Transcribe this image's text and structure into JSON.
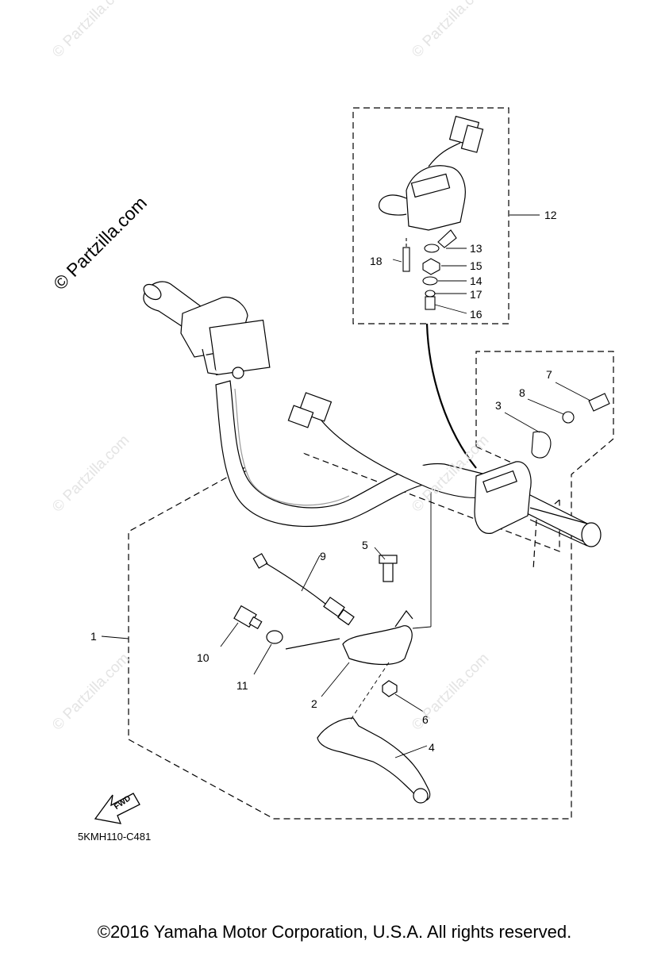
{
  "watermark": {
    "main": "© Partzilla.com",
    "faint": "© Partzilla.com"
  },
  "callouts": [
    {
      "id": "c1",
      "text": "1"
    },
    {
      "id": "c2",
      "text": "2"
    },
    {
      "id": "c3",
      "text": "3"
    },
    {
      "id": "c4",
      "text": "4"
    },
    {
      "id": "c5",
      "text": "5"
    },
    {
      "id": "c6",
      "text": "6"
    },
    {
      "id": "c7",
      "text": "7"
    },
    {
      "id": "c8",
      "text": "8"
    },
    {
      "id": "c9",
      "text": "9"
    },
    {
      "id": "c10",
      "text": "10"
    },
    {
      "id": "c11",
      "text": "11"
    },
    {
      "id": "c12",
      "text": "12"
    },
    {
      "id": "c13",
      "text": "13"
    },
    {
      "id": "c14",
      "text": "14"
    },
    {
      "id": "c15",
      "text": "15"
    },
    {
      "id": "c16",
      "text": "16"
    },
    {
      "id": "c17",
      "text": "17"
    },
    {
      "id": "c18",
      "text": "18"
    }
  ],
  "fwd_label": "FWD",
  "diagram_code": "5KMH110-C481",
  "copyright": "©2016 Yamaha Motor Corporation, U.S.A. All rights reserved.",
  "colors": {
    "line": "#000000",
    "watermark": "#e4e4e4",
    "background": "#ffffff"
  }
}
